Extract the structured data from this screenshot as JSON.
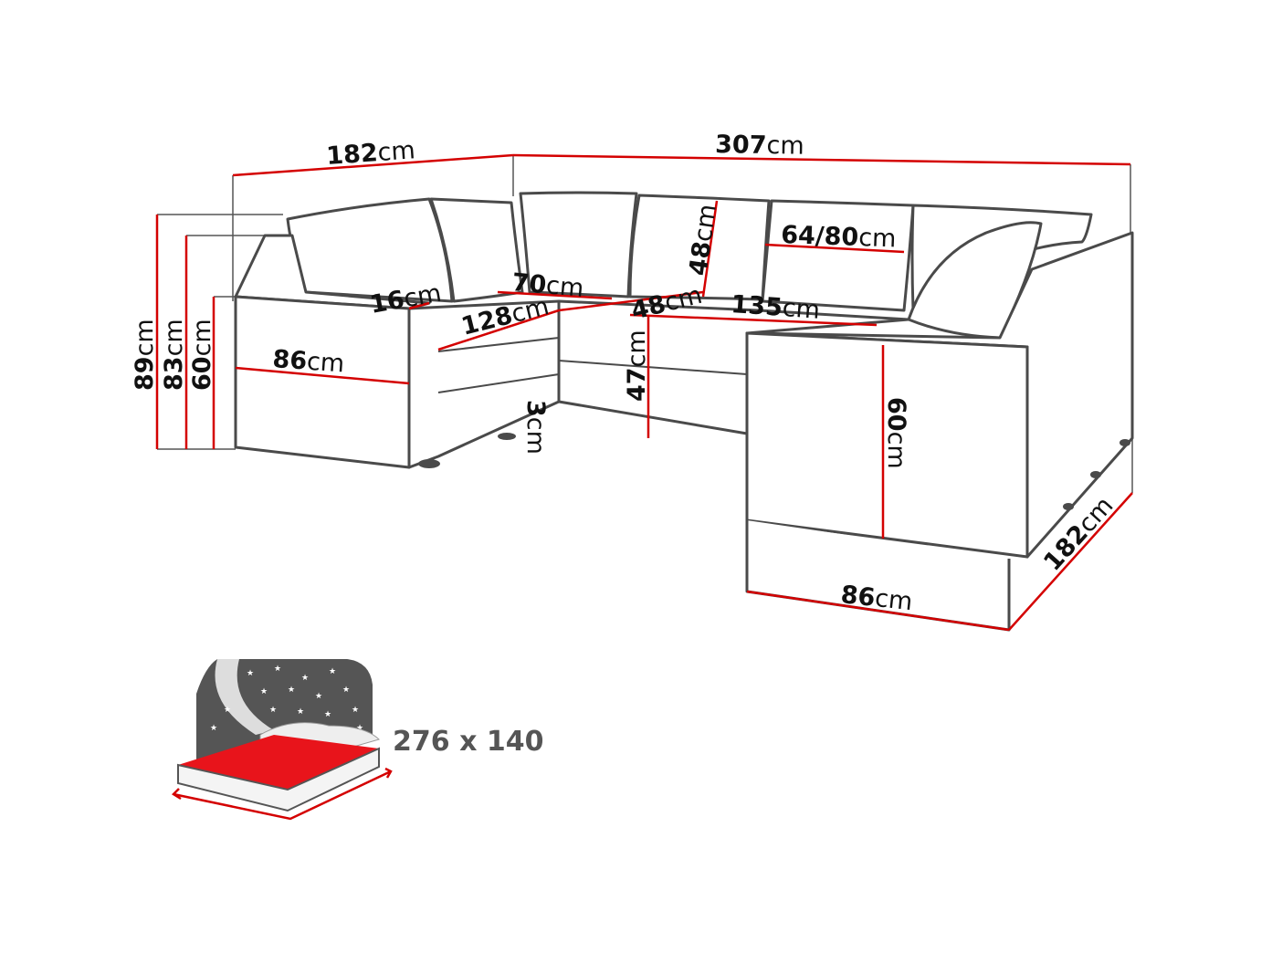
{
  "colors": {
    "dimension_line": "#d40000",
    "outline": "#4a4a4a",
    "bed_mattress": "#e8141b",
    "bed_background": "#555555"
  },
  "dimensions": {
    "total_width_left": {
      "value": "182",
      "unit": "cm"
    },
    "total_width_back": {
      "value": "307",
      "unit": "cm"
    },
    "height_total": {
      "value": "89",
      "unit": "cm"
    },
    "height_back": {
      "value": "83",
      "unit": "cm"
    },
    "height_arm": {
      "value": "60",
      "unit": "cm"
    },
    "arm_width": {
      "value": "16",
      "unit": "cm"
    },
    "arm_depth_left": {
      "value": "86",
      "unit": "cm"
    },
    "seat_depth_corner": {
      "value": "70",
      "unit": "cm"
    },
    "seat_width_left": {
      "value": "128",
      "unit": "cm"
    },
    "back_cushion_height": {
      "value": "48",
      "unit": "cm"
    },
    "back_cushion_width": {
      "value": "64/80",
      "unit": "cm"
    },
    "seat_depth": {
      "value": "48",
      "unit": "cm"
    },
    "seat_width_right": {
      "value": "135",
      "unit": "cm"
    },
    "seat_height": {
      "value": "47",
      "unit": "cm"
    },
    "leg_height": {
      "value": "3",
      "unit": "cm"
    },
    "arm_height_right": {
      "value": "60",
      "unit": "cm"
    },
    "total_depth_right": {
      "value": "182",
      "unit": "cm"
    },
    "arm_depth_right": {
      "value": "86",
      "unit": "cm"
    }
  },
  "bed": {
    "sleeping_area": "276 x 140",
    "icon": "bed-function-icon"
  }
}
